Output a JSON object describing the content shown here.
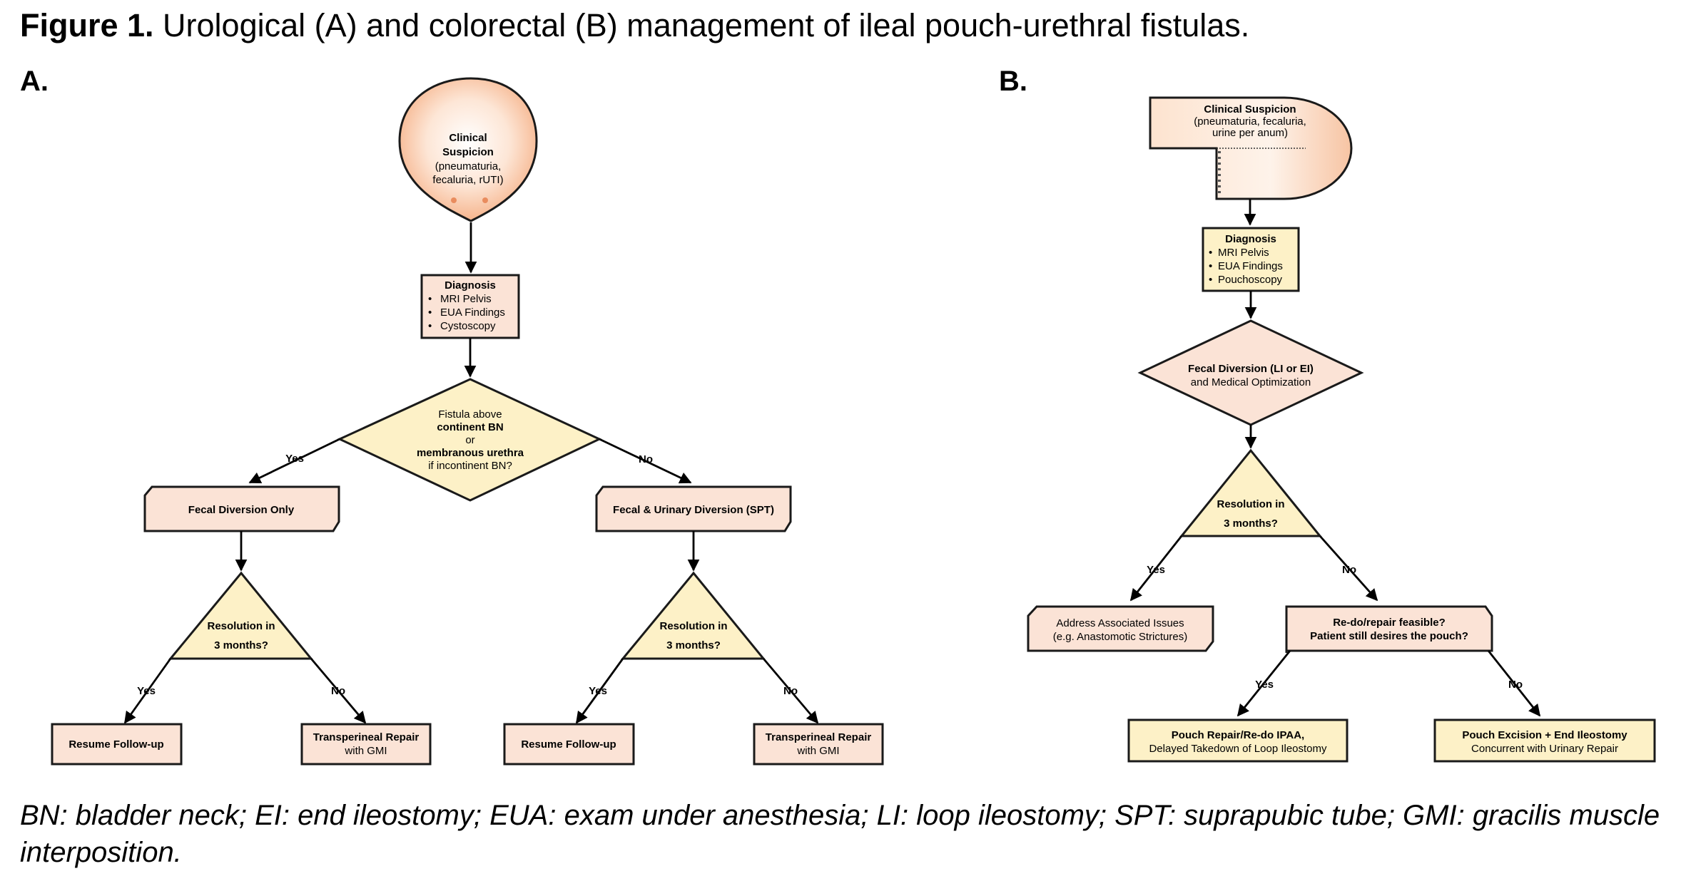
{
  "figure": {
    "title_bold": "Figure 1.",
    "title_text": " Urological (A) and colorectal (B) management of ileal pouch-urethral fistulas.",
    "footnote": "BN: bladder neck; EI: end ileostomy; EUA: exam under anesthesia; LI: loop ileostomy; SPT: suprapubic tube; GMI: gracilis muscle interposition."
  },
  "panel_a": {
    "label": "A.",
    "start": {
      "line1": "Clinical",
      "line2": "Suspicion",
      "line3": "(pneumaturia,",
      "line4": "fecaluria,  rUTI)"
    },
    "diagnosis": {
      "title": "Diagnosis",
      "items": [
        "MRI  Pelvis",
        "EUA Findings",
        "Cystoscopy"
      ]
    },
    "decision": {
      "line1": "Fistula above",
      "line2": "continent BN",
      "line3": "or",
      "line4": "membranous urethra",
      "line5_pre": "if incontinent  BN",
      "line5_q": "?"
    },
    "yes": "Yes",
    "no": "No",
    "left_branch": {
      "box": "Fecal Diversion Only",
      "tri1": "Resolution in",
      "tri2": "3 months?",
      "yes": "Yes",
      "no": "No",
      "yes_box": "Resume Follow-up",
      "no_box1": "Transperineal Repair",
      "no_box2": "with GMI"
    },
    "right_branch": {
      "box": "Fecal & Urinary Diversion (SPT)",
      "tri1": "Resolution in",
      "tri2": "3 months?",
      "yes": "Yes",
      "no": "No",
      "yes_box": "Resume Follow-up",
      "no_box1": "Transperineal Repair",
      "no_box2": "with GMI"
    }
  },
  "panel_b": {
    "label": "B.",
    "start": {
      "line1": "Clinical  Suspicion",
      "line2": "(pneumaturia,  fecaluria,",
      "line3": "urine  per anum)"
    },
    "diagnosis": {
      "title": "Diagnosis",
      "items": [
        "MRI  Pelvis",
        "EUA Findings",
        "Pouchoscopy"
      ]
    },
    "diversion": {
      "line1": "Fecal Diversion (LI or EI)",
      "line2": "and Medical Optimization"
    },
    "tri1": "Resolution in",
    "tri2": "3 months?",
    "yes": "Yes",
    "no": "No",
    "yes_box": {
      "pre": "Address ",
      "bold": "Associated Issues",
      "line2": "(e.g. Anastomotic Strictures)"
    },
    "no_box": {
      "line1": "Re-do/repair feasible?",
      "line2": "Patient still desires the pouch?"
    },
    "yes2": "Yes",
    "no2": "No",
    "repair_box": {
      "line1": "Pouch Repair/Re-do IPAA,",
      "line2": "Delayed Takedown of Loop Ileostomy"
    },
    "excision_box": {
      "line1": "Pouch Excision + End Ileostomy",
      "line2": "Concurrent  with Urinary Repair"
    }
  },
  "colors": {
    "peach": "#fbe3d6",
    "cream": "#fdf1c7",
    "start_fill": "#fbd3b8",
    "outline": "#1a1a1a"
  }
}
